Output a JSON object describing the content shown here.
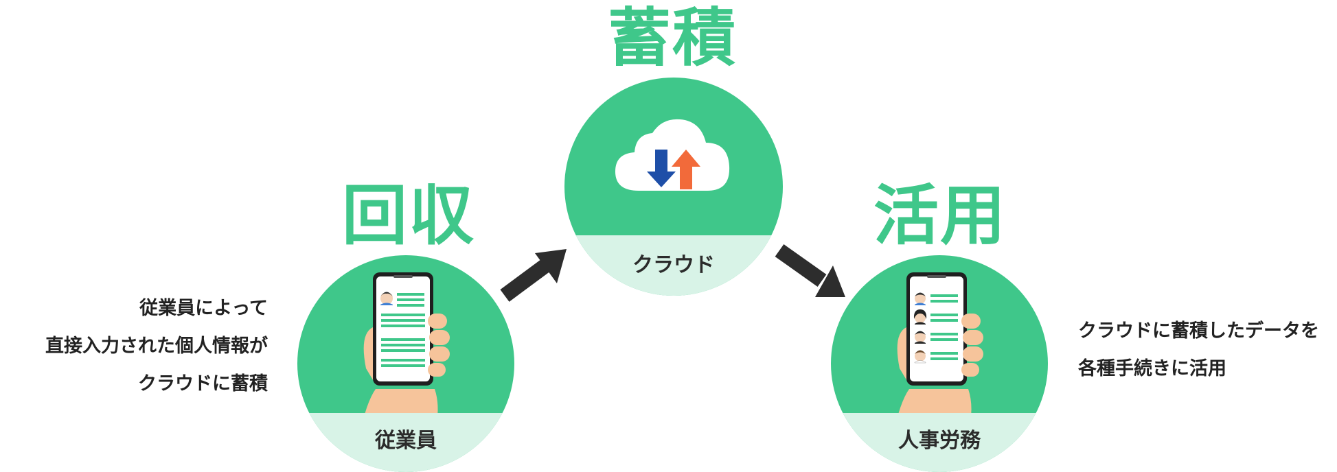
{
  "steps": {
    "collect": {
      "title": "回収",
      "label": "従業員",
      "description": [
        "従業員によって",
        "直接入力された個人情報が",
        "クラウドに蓄積"
      ]
    },
    "store": {
      "title": "蓄積",
      "label": "クラウド"
    },
    "utilize": {
      "title": "活用",
      "label": "人事労務",
      "description": [
        "クラウドに蓄積したデータを",
        "各種手続きに活用"
      ]
    }
  },
  "colors": {
    "accent_green": "#3fc78a",
    "band_green": "#d8f3e7",
    "arrow_dark": "#2d2d2d",
    "download_blue": "#1e4fa8",
    "upload_orange": "#f26a3a",
    "skin": "#f6c49b"
  },
  "icons": [
    "cloud-icon",
    "download-arrow-icon",
    "upload-arrow-icon",
    "smartphone-icon",
    "hand-icon",
    "avatar-icon",
    "flow-arrow-icon"
  ]
}
